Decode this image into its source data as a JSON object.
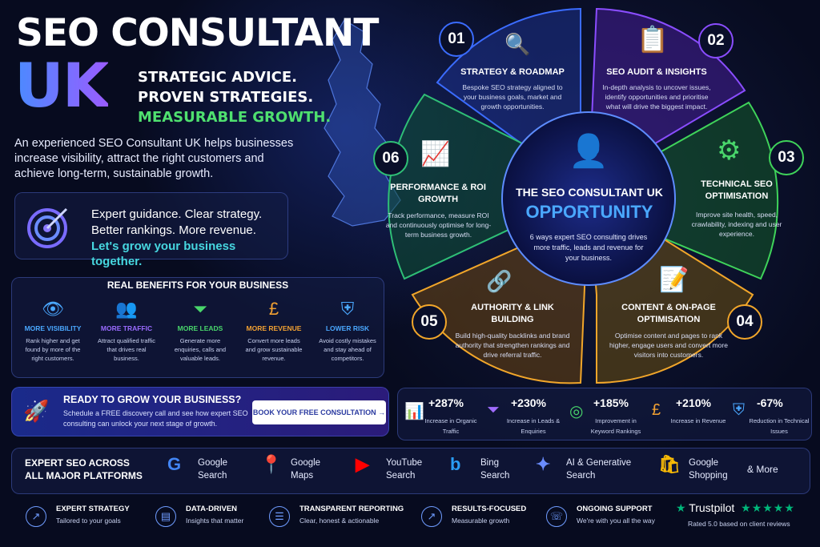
{
  "header": {
    "title_line1": "SEO CONSULTANT",
    "title_line2": "UK",
    "tagline": [
      "STRATEGIC ADVICE.",
      "PROVEN STRATEGIES.",
      "MEASURABLE GROWTH."
    ],
    "intro": "An experienced SEO Consultant UK helps businesses increase visibility, attract the right customers and achieve long-term, sustainable growth."
  },
  "guidance": {
    "line1": "Expert guidance. Clear strategy.",
    "line2": "Better rankings. More revenue.",
    "line3": "Let's grow your business together.",
    "icon": "target-icon"
  },
  "benefits": {
    "heading": "REAL BENEFITS FOR YOUR BUSINESS",
    "items": [
      {
        "title": "MORE VISIBILITY",
        "desc": "Rank higher and get found by more of the right customers.",
        "icon": "eye-icon",
        "color": "#4aa8ff"
      },
      {
        "title": "MORE TRAFFIC",
        "desc": "Attract qualified traffic that drives real business.",
        "icon": "users-icon",
        "color": "#9a6bff"
      },
      {
        "title": "MORE LEADS",
        "desc": "Generate more enquiries, calls and valuable leads.",
        "icon": "funnel-icon",
        "color": "#49d66b"
      },
      {
        "title": "MORE REVENUE",
        "desc": "Convert more leads and grow sustainable revenue.",
        "icon": "pound-icon",
        "color": "#f2a132"
      },
      {
        "title": "LOWER RISK",
        "desc": "Avoid costly mistakes and stay ahead of competitors.",
        "icon": "shield-icon",
        "color": "#4aa8ff"
      }
    ]
  },
  "cta": {
    "title": "READY TO GROW YOUR BUSINESS?",
    "desc": "Schedule a FREE discovery call and see how expert SEO consulting can unlock your next stage of growth.",
    "button": "BOOK YOUR FREE CONSULTATION →"
  },
  "center": {
    "title": "THE SEO CONSULTANT UK",
    "highlight": "OPPORTUNITY",
    "desc": "6 ways expert SEO consulting drives more traffic, leads and revenue for your business."
  },
  "segments": [
    {
      "num": "01",
      "title": "STRATEGY & ROADMAP",
      "desc": "Bespoke SEO strategy aligned to your business goals, market and growth opportunities.",
      "color": "#3b6cff"
    },
    {
      "num": "02",
      "title": "SEO AUDIT & INSIGHTS",
      "desc": "In-depth analysis to uncover issues, identify opportunities and prioritise what will drive the biggest impact.",
      "color": "#8a4dff"
    },
    {
      "num": "03",
      "title": "TECHNICAL SEO OPTIMISATION",
      "desc": "Improve site health, speed, crawlability, indexing and user experience.",
      "color": "#3fd35a"
    },
    {
      "num": "04",
      "title": "CONTENT & ON-PAGE OPTIMISATION",
      "desc": "Optimise content and pages to rank higher, engage users and convert more visitors into customers.",
      "color": "#f1a62a"
    },
    {
      "num": "05",
      "title": "AUTHORITY & LINK BUILDING",
      "desc": "Build high-quality backlinks and brand authority that strengthen rankings and drive referral traffic.",
      "color": "#f1a62a"
    },
    {
      "num": "06",
      "title": "PERFORMANCE & ROI GROWTH",
      "desc": "Track performance, measure ROI and continuously optimise for long-term business growth.",
      "color": "#2fbf76"
    }
  ],
  "stats": [
    {
      "value": "+287%",
      "label": "Increase in Organic Traffic",
      "icon": "chart-icon"
    },
    {
      "value": "+230%",
      "label": "Increase in Leads & Enquiries",
      "icon": "funnel-icon"
    },
    {
      "value": "+185%",
      "label": "Improvement in Keyword Rankings",
      "icon": "target-icon"
    },
    {
      "value": "+210%",
      "label": "Increase in Revenue",
      "icon": "pound-icon"
    },
    {
      "value": "-67%",
      "label": "Reduction in Technical Issues",
      "icon": "shield-icon"
    }
  ],
  "platforms": {
    "heading": "EXPERT SEO ACROSS ALL MAJOR PLATFORMS",
    "items": [
      {
        "l1": "Google",
        "l2": "Search",
        "icon": "google-icon"
      },
      {
        "l1": "Google",
        "l2": "Maps",
        "icon": "maps-icon"
      },
      {
        "l1": "YouTube",
        "l2": "Search",
        "icon": "youtube-icon"
      },
      {
        "l1": "Bing",
        "l2": "Search",
        "icon": "bing-icon"
      },
      {
        "l1": "AI & Generative",
        "l2": "Search",
        "icon": "sparkle-icon"
      },
      {
        "l1": "Google",
        "l2": "Shopping",
        "icon": "shopping-icon"
      }
    ],
    "more": "& More"
  },
  "features": [
    {
      "title": "EXPERT STRATEGY",
      "desc": "Tailored to your goals"
    },
    {
      "title": "DATA-DRIVEN",
      "desc": "Insights that matter"
    },
    {
      "title": "TRANSPARENT REPORTING",
      "desc": "Clear, honest & actionable"
    },
    {
      "title": "RESULTS-FOCUSED",
      "desc": "Measurable growth"
    },
    {
      "title": "ONGOING SUPPORT",
      "desc": "We're with you all the way"
    }
  ],
  "trustpilot": {
    "name": "Trustpilot",
    "rating": "Rated 5.0 based on client reviews",
    "stars": 5
  }
}
